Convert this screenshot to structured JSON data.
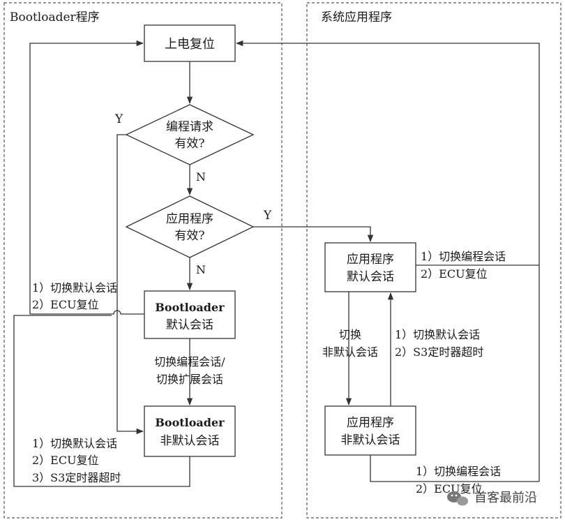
{
  "regions": {
    "bootloader_title": "Bootloader程序",
    "app_title": "系统应用程序"
  },
  "nodes": {
    "power_on_reset": [
      "上电复位"
    ],
    "prog_request_valid": [
      "编程请求",
      "有效?"
    ],
    "app_valid": [
      "应用程序",
      "有效?"
    ],
    "bl_default_session": [
      "Bootloader",
      "默认会话"
    ],
    "bl_non_default_session": [
      "Bootloader",
      "非默认会话"
    ],
    "app_default_session": [
      "应用程序",
      "默认会话"
    ],
    "app_non_default_session": [
      "应用程序",
      "非默认会话"
    ]
  },
  "edge_labels": {
    "prog_y": "Y",
    "prog_n": "N",
    "app_y": "Y",
    "app_n": "N",
    "bl_default_exit": [
      "1）切换默认会话",
      "2）ECU复位"
    ],
    "bl_switch_nondefault": [
      "切换编程会话/",
      "切换扩展会话"
    ],
    "bl_nondefault_exit": [
      "1）切换默认会话",
      "2）ECU复位",
      "3）S3定时器超时"
    ],
    "app_default_exit": [
      "1）切换编程会话",
      "2）ECU复位"
    ],
    "app_switch_nondefault": [
      "切换",
      "非默认会话"
    ],
    "app_nondefault_return": [
      "1）切换默认会话",
      "2）S3定时器超时"
    ],
    "app_nondefault_exit": [
      "1）切换编程会话",
      "2）ECU复位"
    ]
  },
  "watermark": "首客最前沿",
  "colors": {
    "line": "#333333",
    "background": "#ffffff"
  }
}
